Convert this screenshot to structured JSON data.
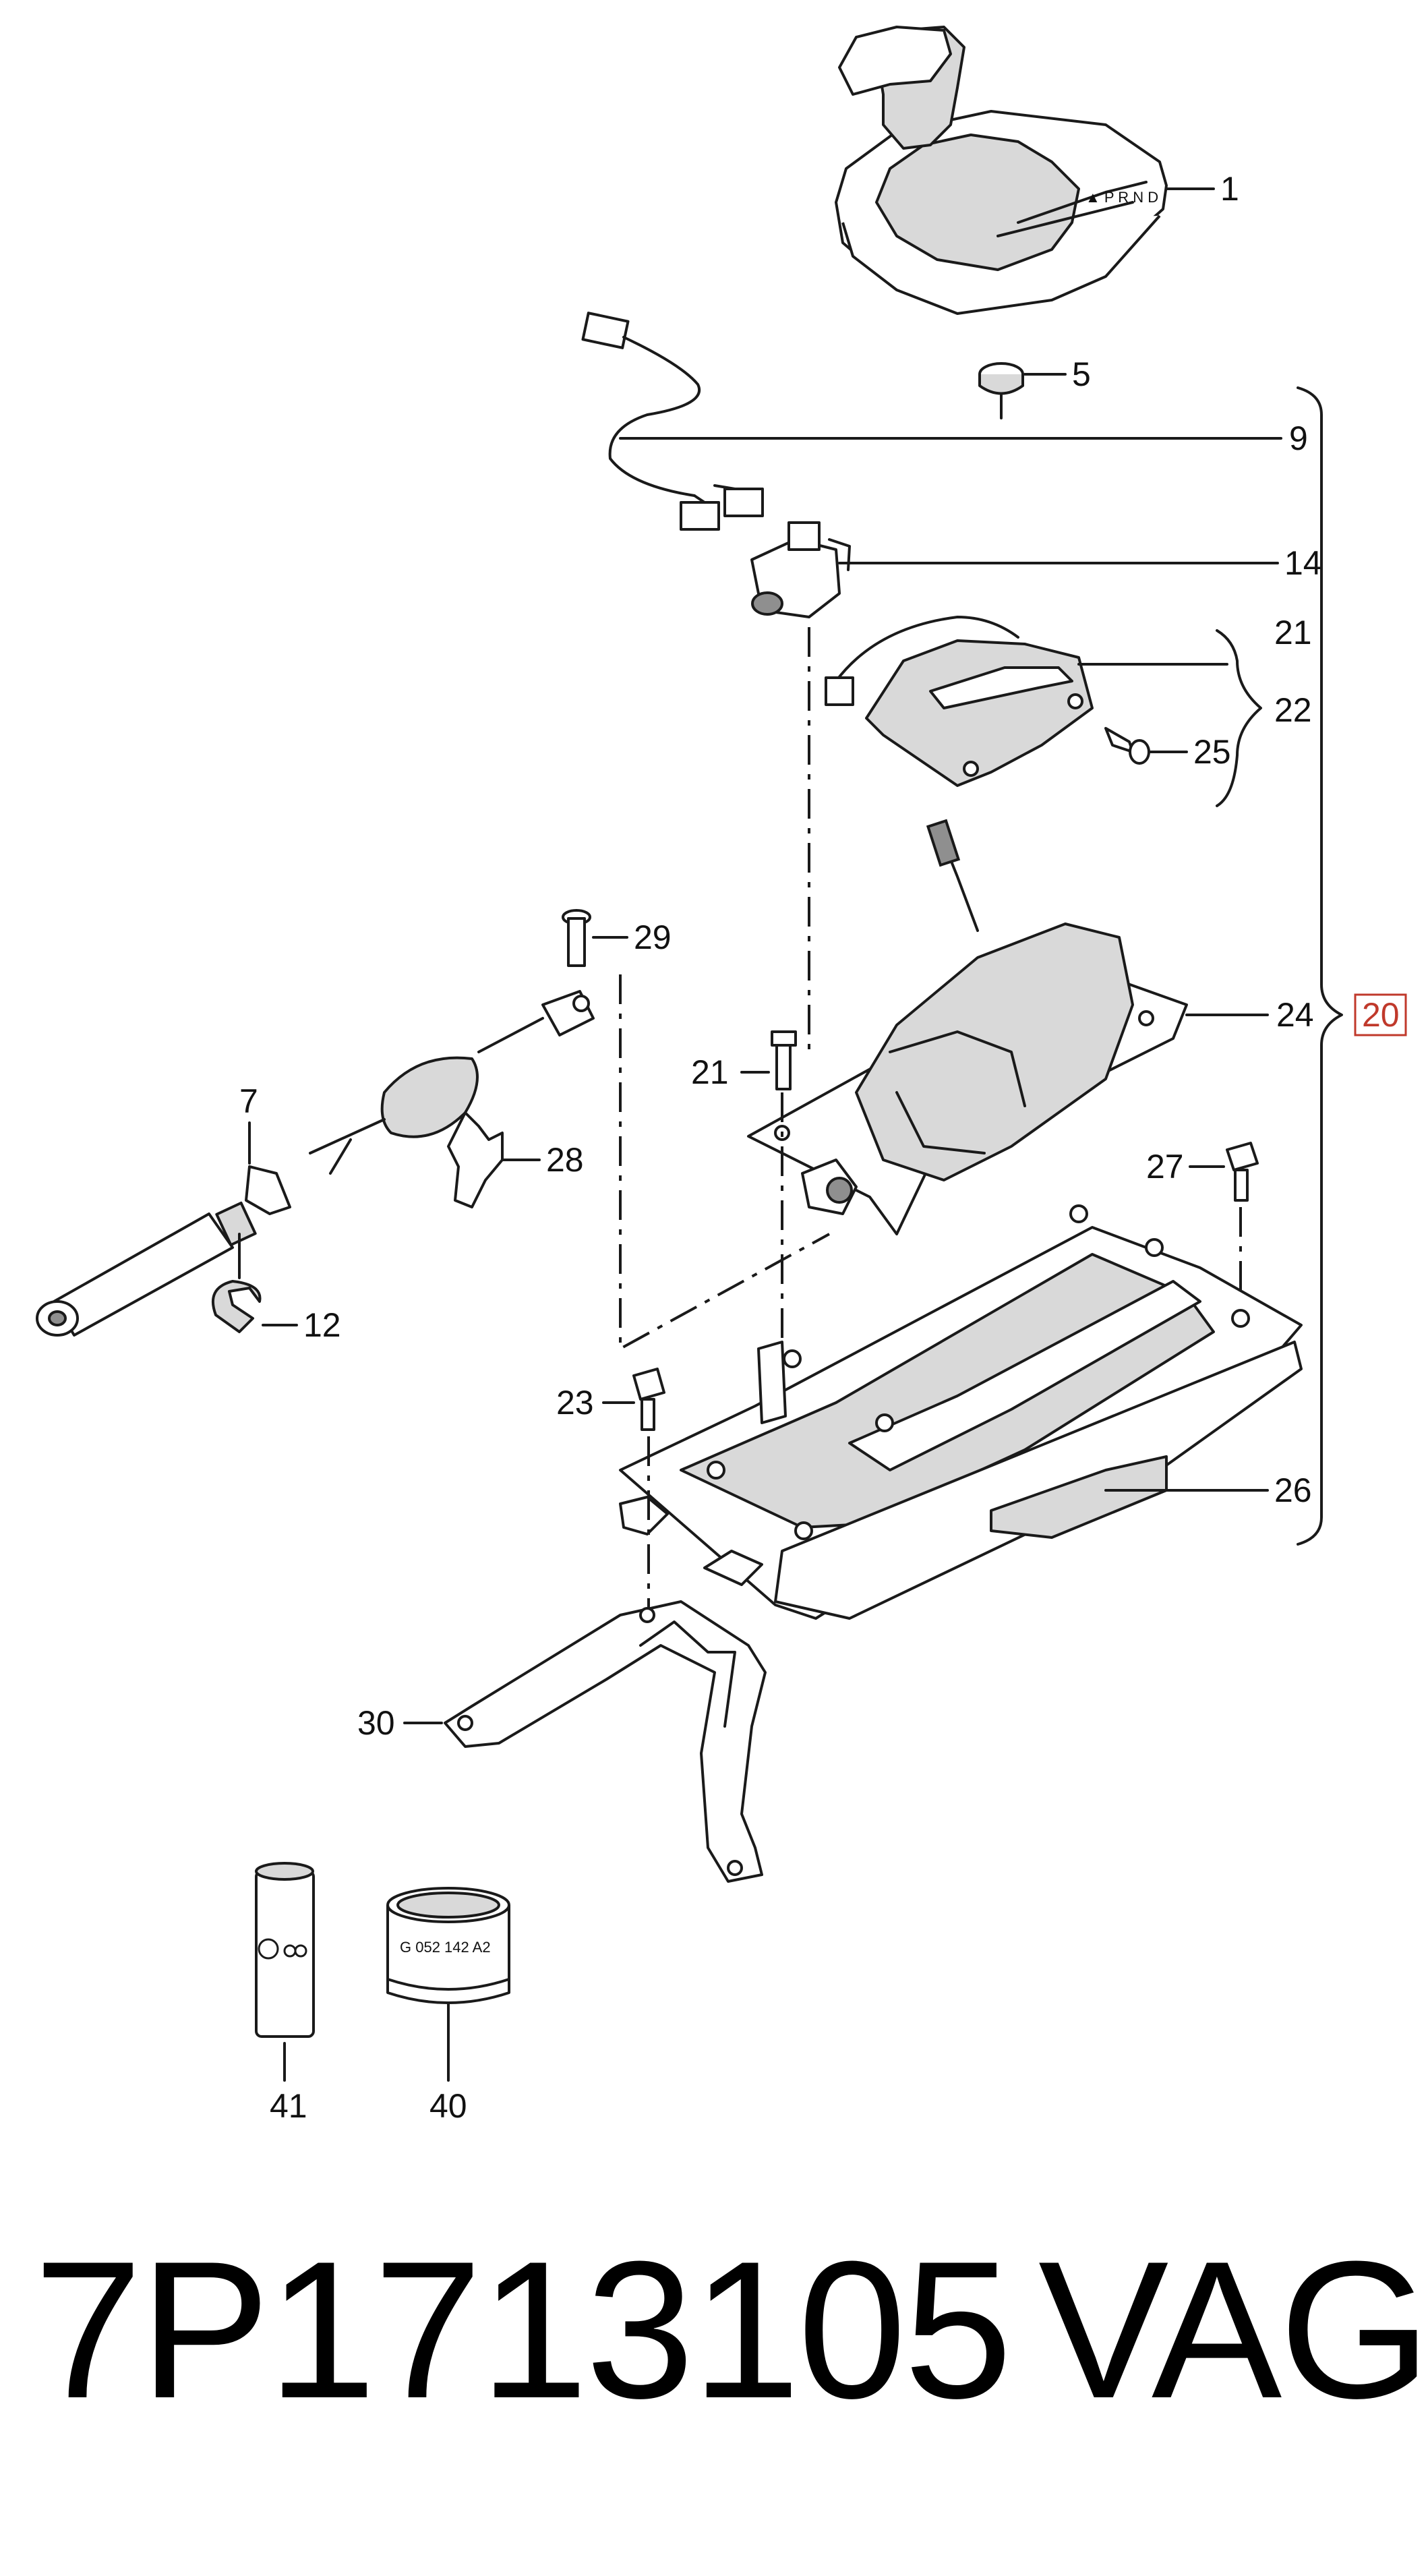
{
  "callouts": {
    "c1": "1",
    "c5": "5",
    "c9": "9",
    "c14": "14",
    "c21a": "21",
    "c22": "22",
    "c25": "25",
    "c20": "20",
    "c24": "24",
    "c29": "29",
    "c21b": "21",
    "c7": "7",
    "c28": "28",
    "c27": "27",
    "c12": "12",
    "c23": "23",
    "c26": "26",
    "c30": "30",
    "c41": "41",
    "c40": "40"
  },
  "product_labels": {
    "grease_tin": "G 052 142 A2"
  },
  "footer": {
    "part_number": "7P1713105",
    "brand": "VAG"
  },
  "colors": {
    "line": "#1a1a1a",
    "boxed_callout": "#c0392b"
  }
}
